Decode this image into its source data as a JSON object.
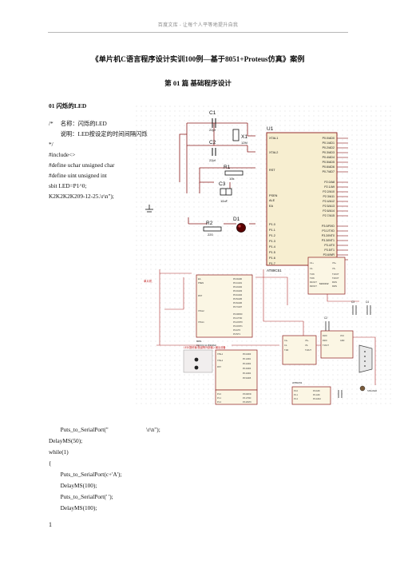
{
  "header": {
    "text": "百度文库 - 让每个人平等地提升自我"
  },
  "title": "《单片机C语言程序设计实训100例—基于8051+Proteus仿真》案例",
  "chapter": "第  01  篇  基础程序设计",
  "section": "01    闪烁的LED",
  "code_top": [
    "/*     名称：闪烁的LED",
    "        说明：LED按设定的时间间隔闪烁",
    "*/",
    "#include<>",
    "#define uchar unsigned char",
    "#define uint unsigned int",
    "sbit LED=P1^0;",
    "K2K2K2K209-12-25.\\r\\n\");"
  ],
  "code_bottom": [
    "        Puts_to_SerialPort(\"                          \\r\\n\");",
    "DelayMS(50);",
    "while(1)",
    "{",
    "        Puts_to_SerialPort(c+'A');",
    "        DelayMS(100);",
    "        Puts_to_SerialPort(' ');",
    "        DelayMS(100);"
  ],
  "page_number": "1",
  "schematic": {
    "c1": "C1",
    "c1_val": "22pf",
    "c2": "C2",
    "c2_val": "22pf",
    "x1": "X1",
    "x1_val": "12M",
    "r1": "R1",
    "r1_val": "10k",
    "c3": "C3",
    "c3_val": "10uF",
    "r2": "R2",
    "r2_val": "220",
    "d1": "D1",
    "u1": "U1",
    "u1_part": "AT89C51",
    "pins_left": [
      "XTAL1",
      "XTAL2",
      "RST",
      "PSEN",
      "ALE",
      "EA",
      "P1.0",
      "P1.1",
      "P1.2",
      "P1.3",
      "P1.4",
      "P1.5",
      "P1.6",
      "P1.7"
    ],
    "pins_right": [
      "P0.0/AD0",
      "P0.1/AD1",
      "P0.2/AD2",
      "P0.3/AD3",
      "P0.4/AD4",
      "P0.5/AD5",
      "P0.6/AD6",
      "P0.7/AD7",
      "P2.0/A8",
      "P2.1/A9",
      "P2.2/A10",
      "P2.3/A11",
      "P2.4/A12",
      "P2.5/A13",
      "P2.6/A14",
      "P2.7/A15",
      "P3.0/RXD",
      "P3.1/TXD",
      "P3.2/INT0",
      "P3.3/INT1",
      "P3.4/T0",
      "P3.5/T1",
      "P3.6/WR",
      "P3.7/RD"
    ],
    "max232": "MAX232",
    "u2_title": "8051",
    "u2_clock": "CLOCK=11.0592MHz",
    "u4_title": "AT89C51",
    "red_note": "单片机",
    "red_note2": "LED/数码管/按键等外部输入输出设备"
  }
}
